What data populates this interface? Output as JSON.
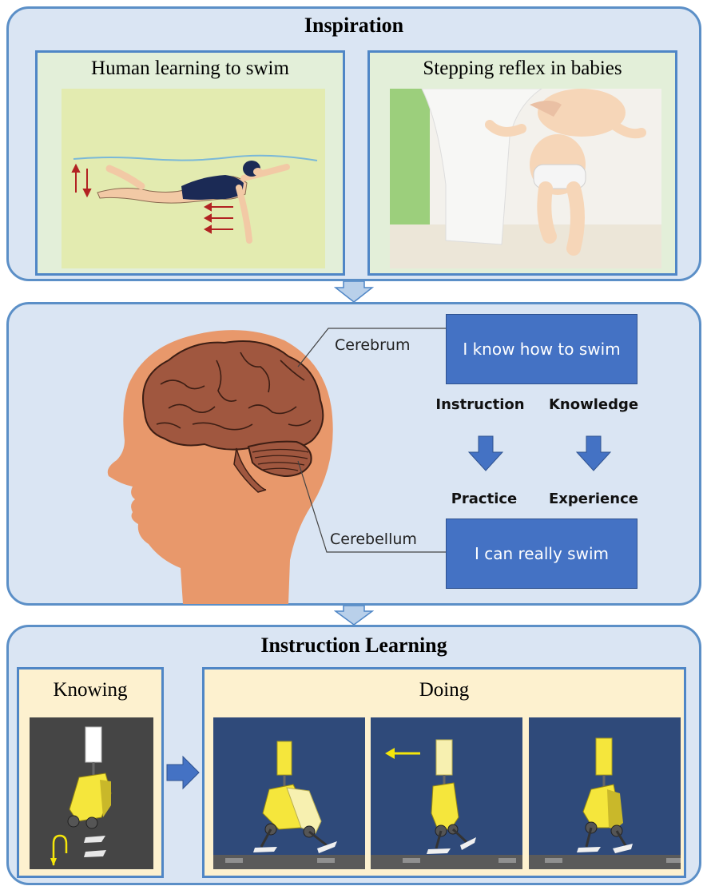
{
  "inspiration": {
    "title": "Inspiration",
    "left_title": "Human learning to swim",
    "right_title": "Stepping reflex in babies"
  },
  "brain": {
    "cerebrum_label": "Cerebrum",
    "cerebellum_label": "Cerebellum",
    "know_box": "I know how to swim",
    "can_box": "I can really swim",
    "instruction": "Instruction",
    "knowledge": "Knowledge",
    "practice": "Practice",
    "experience": "Experience"
  },
  "learning": {
    "title": "Instruction Learning",
    "knowing": "Knowing",
    "doing": "Doing"
  },
  "colors": {
    "panel_bg": "#dae5f3",
    "panel_border": "#5b8fc7",
    "sub_bg": "#e3efd9",
    "box_blue": "#4472c4",
    "robot_yellow": "#f5e63c",
    "sim_bg": "#2f4a7a"
  }
}
